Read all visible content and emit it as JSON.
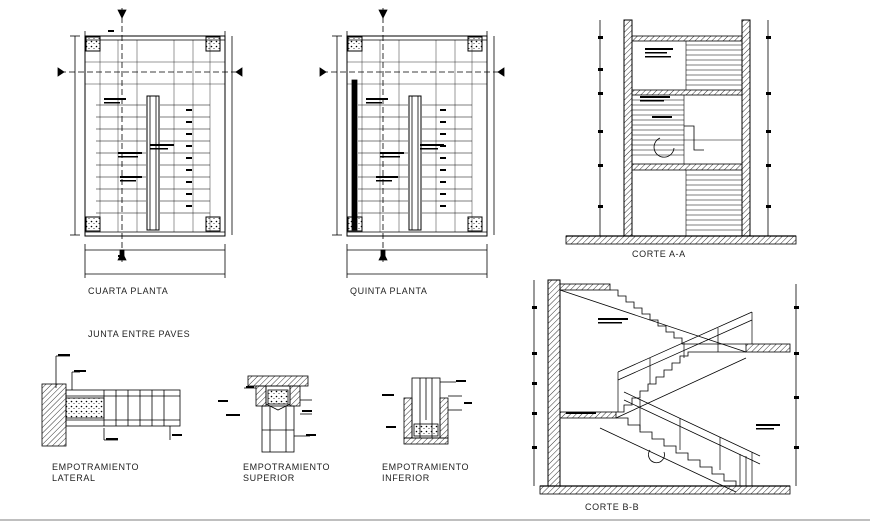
{
  "labels": {
    "cuarta_planta": "CUARTA PLANTA",
    "quinta_planta": "QUINTA PLANTA",
    "corte_aa": "CORTE A-A",
    "corte_bb": "CORTE B-B",
    "junta_entre_paves": "JUNTA ENTRE PAVES",
    "emp_lateral_1": "EMPOTRAMIENTO",
    "emp_lateral_2": "LATERAL",
    "emp_superior_1": "EMPOTRAMIENTO",
    "emp_superior_2": "SUPERIOR",
    "emp_inferior_1": "EMPOTRAMIENTO",
    "emp_inferior_2": "INFERIOR"
  },
  "colors": {
    "ink": "#000000",
    "fill_light": "#cccccc"
  }
}
